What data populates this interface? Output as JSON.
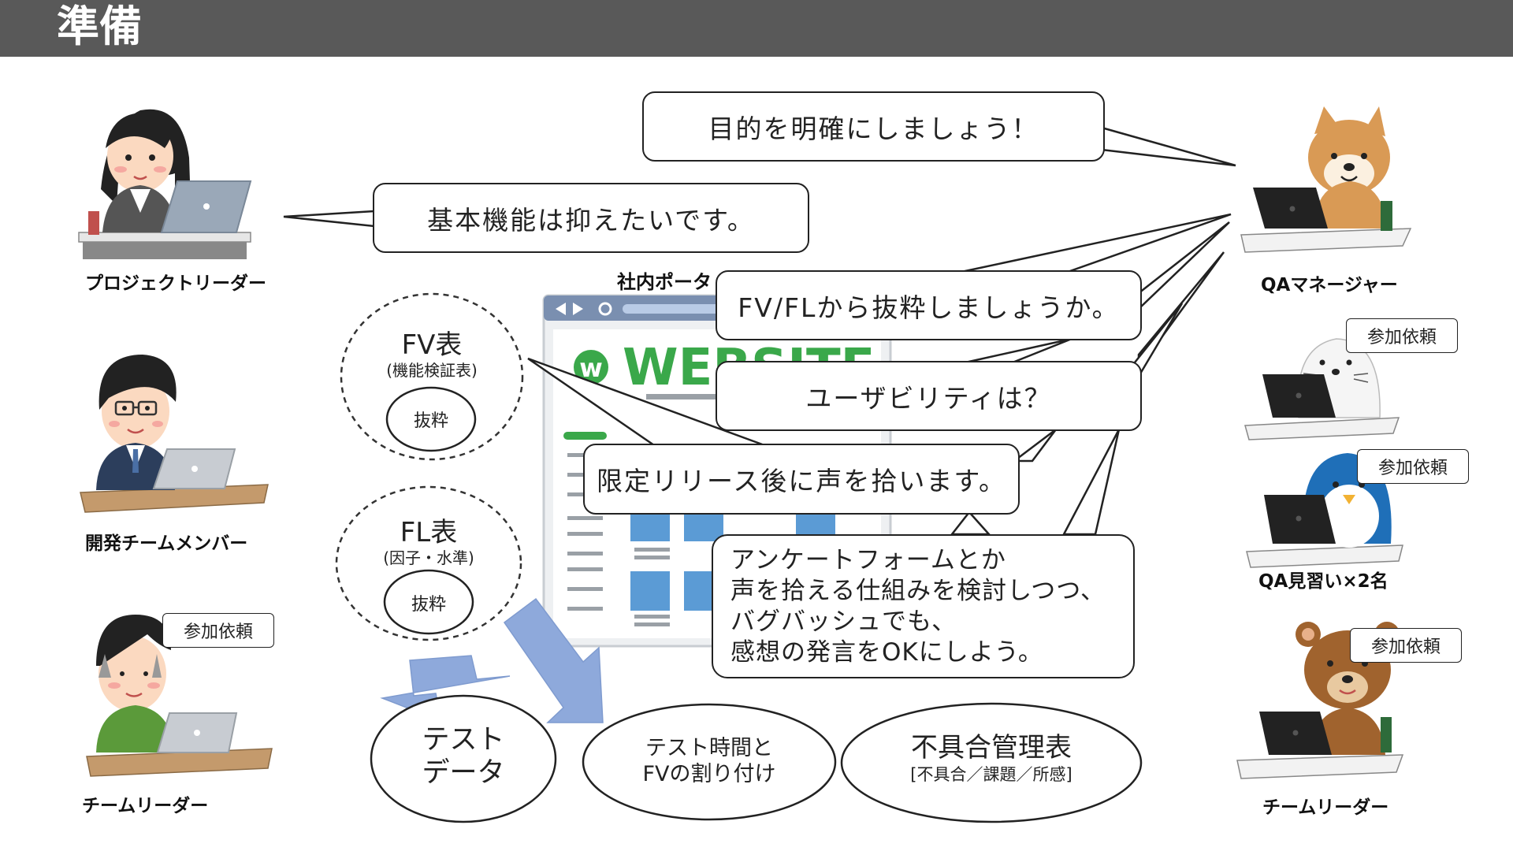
{
  "header": {
    "title": "準備"
  },
  "people": {
    "project_leader": "プロジェクトリーダー",
    "dev_member": "開発チームメンバー",
    "team_leader_left": "チームリーダー",
    "qa_manager": "QAマネージャー",
    "qa_trainee": "QA見習い×2名",
    "team_leader_right": "チームリーダー"
  },
  "tags": {
    "participation": "参加依頼"
  },
  "bubbles": {
    "purpose": "目的を明確にしましょう！",
    "basic_functions": "基本機能は抑えたいです。",
    "fv_fl_extract": "FV/FLから抜粋しましょうか。",
    "usability": "ユーザビリティは？",
    "limited_release": "限定リリース後に声を拾います。",
    "survey": {
      "line1": "アンケートフォームとか",
      "line2": "声を拾える仕組みを検討しつつ、",
      "line3": "バグバッシュでも、",
      "line4": "感想の発言をOKにしよう。"
    }
  },
  "portal": {
    "title_visible": "社内ポータ",
    "logo_text": "WEBSITE"
  },
  "fv": {
    "title": "FV表",
    "subtitle": "(機能検証表)",
    "extract": "抜粋"
  },
  "fl": {
    "title": "FL表",
    "subtitle": "(因子・水準)",
    "extract": "抜粋"
  },
  "outputs": {
    "test_data": {
      "line1": "テスト",
      "line2": "データ"
    },
    "test_time": {
      "line1": "テスト時間と",
      "line2": "FVの割り付け"
    },
    "defect_table": {
      "title": "不具合管理表",
      "subtitle": "[不具合／課題／所感]"
    }
  },
  "colors": {
    "header": "#595959",
    "arrow": "#8ea9db",
    "website_green": "#3aa84a",
    "block_blue": "#5b9bd5"
  }
}
